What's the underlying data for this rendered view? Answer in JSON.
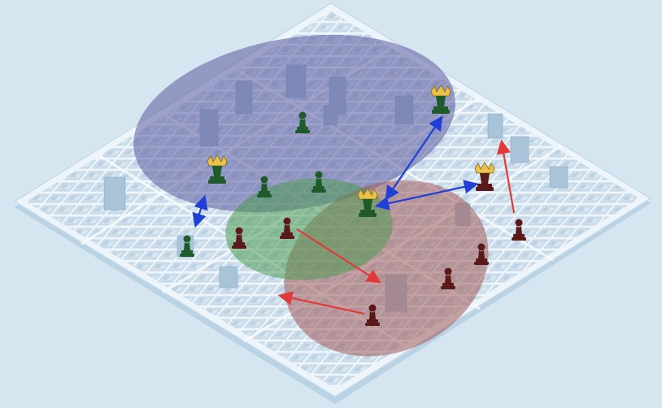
{
  "scene": {
    "background_color": "#d6e6f0",
    "board_color": "#eef5fa",
    "board_edge_color": "#b9d2e4",
    "city_block_color": "#c9dcea",
    "building_color": "#a9c3d8"
  },
  "zones": [
    {
      "id": "blue-zone",
      "color": "#5b5a9e",
      "opacity": 0.55
    },
    {
      "id": "green-zone",
      "color": "#4f9a52",
      "opacity": 0.55
    },
    {
      "id": "red-zone",
      "color": "#a05a5a",
      "opacity": 0.55
    }
  ],
  "pieces": [
    {
      "id": "green-pawn-1",
      "team": "green",
      "kind": "pawn"
    },
    {
      "id": "green-pawn-2",
      "team": "green",
      "kind": "pawn"
    },
    {
      "id": "green-pawn-3",
      "team": "green",
      "kind": "pawn"
    },
    {
      "id": "green-pawn-4",
      "team": "green",
      "kind": "pawn"
    },
    {
      "id": "green-queen-1",
      "team": "green",
      "kind": "queen"
    },
    {
      "id": "green-queen-2",
      "team": "green",
      "kind": "queen"
    },
    {
      "id": "green-queen-3",
      "team": "green",
      "kind": "queen"
    },
    {
      "id": "red-queen-1",
      "team": "red",
      "kind": "queen"
    },
    {
      "id": "red-pawn-1",
      "team": "red",
      "kind": "pawn"
    },
    {
      "id": "red-pawn-2",
      "team": "red",
      "kind": "pawn"
    },
    {
      "id": "red-pawn-3",
      "team": "red",
      "kind": "pawn"
    },
    {
      "id": "red-pawn-4",
      "team": "red",
      "kind": "pawn"
    },
    {
      "id": "red-pawn-5",
      "team": "red",
      "kind": "pawn"
    },
    {
      "id": "red-pawn-6",
      "team": "red",
      "kind": "pawn"
    }
  ],
  "arrows": [
    {
      "id": "blue-arrow-1",
      "color": "#1f3fd6",
      "double": true
    },
    {
      "id": "blue-arrow-2",
      "color": "#1f3fd6",
      "double": true
    },
    {
      "id": "blue-arrow-3",
      "color": "#1f3fd6",
      "double": true
    },
    {
      "id": "red-arrow-1",
      "color": "#e23a3a",
      "double": false
    },
    {
      "id": "red-arrow-2",
      "color": "#e23a3a",
      "double": false
    },
    {
      "id": "red-arrow-3",
      "color": "#e23a3a",
      "double": false
    }
  ],
  "colors": {
    "green_piece": "#1f5a2a",
    "red_piece": "#5a1a1a",
    "crown_gold": "#e8c24a"
  }
}
